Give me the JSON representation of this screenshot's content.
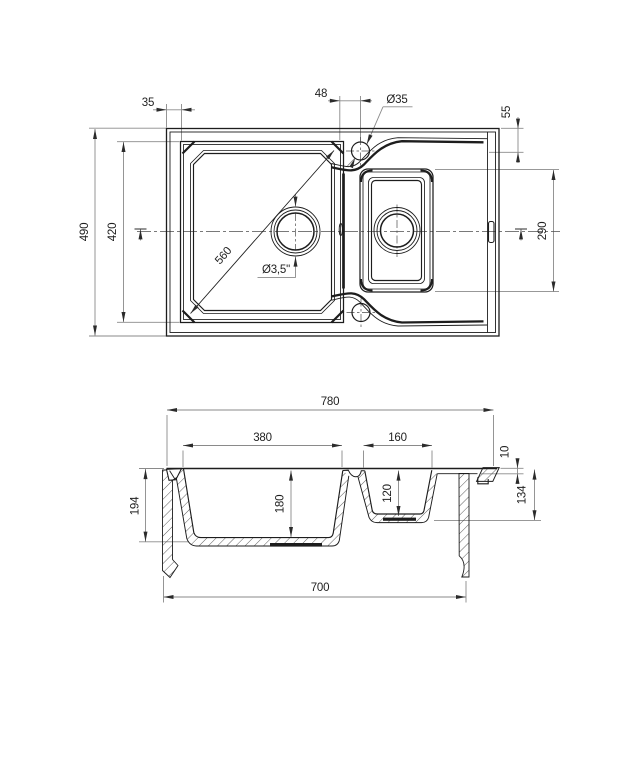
{
  "drawing_title": "kitchen sink technical drawing",
  "colors": {
    "object_line": "#1d1d1d",
    "dimension_line": "#8a8a8a",
    "background": "#ffffff"
  },
  "top_view": {
    "edge_to_bowl_offset": "35",
    "bowl_to_tap_offset": "48",
    "tap_hole_diameter": "Ø35",
    "edge_to_drainer_offset": "55",
    "overall_depth": "490",
    "main_bowl_length": "420",
    "main_bowl_diagonal": "560",
    "drain_diameter": "Ø3,5\"",
    "small_bowl_length": "290"
  },
  "section_view": {
    "overall_width": "780",
    "main_bowl_width": "380",
    "small_bowl_width": "160",
    "drainer_recess_depth": "10",
    "small_bowl_total_depth": "134",
    "overall_height": "194",
    "main_bowl_depth": "180",
    "small_bowl_depth": "120",
    "underside_width": "700"
  }
}
